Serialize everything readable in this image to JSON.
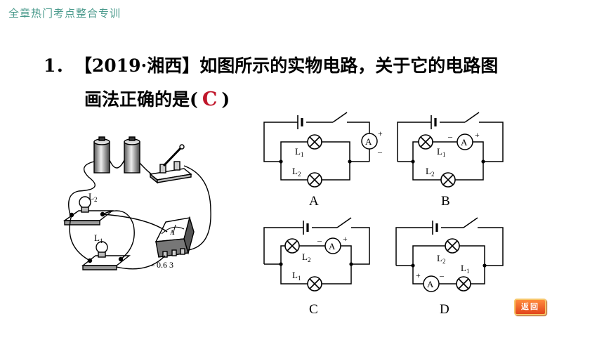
{
  "header": {
    "title": "全章热门考点整合专训"
  },
  "question": {
    "number": "1．",
    "source": "【2019·湘西】",
    "text_line1": "如图所示的实物电路，关于它的电路图",
    "text_line2_prefix": "画法正确的是(",
    "answer": "C",
    "text_line2_suffix": ")"
  },
  "physical_circuit": {
    "lamp_top_label": "L",
    "lamp_top_sub": "2",
    "lamp_bottom_label": "L",
    "lamp_bottom_sub": "1",
    "meter_symbol": "A",
    "meter_terminals": "–  0.6  3"
  },
  "options": [
    {
      "label": "A"
    },
    {
      "label": "B"
    },
    {
      "label": "C"
    },
    {
      "label": "D"
    }
  ],
  "symbols": {
    "ammeter": "A",
    "plus": "+",
    "minus": "–",
    "lamp": "L",
    "sub1": "1",
    "sub2": "2"
  },
  "nav": {
    "back_label": "返回"
  }
}
